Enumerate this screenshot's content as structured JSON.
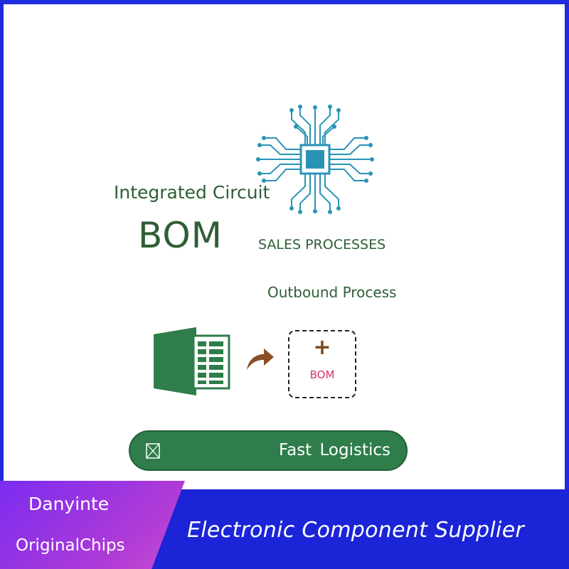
{
  "header": {
    "title": "Integrated Circuit",
    "main_label": "BOM",
    "subtitle": "SALES PROCESSES",
    "process_label": "Outbound Process"
  },
  "workflow": {
    "source_icon": "spreadsheet-icon",
    "arrow_icon": "curved-arrow-icon",
    "target_box": {
      "plus_symbol": "+",
      "label": "BOM"
    }
  },
  "logistics": {
    "icon": "box-x-icon",
    "label": "Fast  Logistics"
  },
  "banner": {
    "brand_name": "Danyinte",
    "brand_sub": "OriginalChips",
    "tagline": "Electronic Component Supplier"
  },
  "colors": {
    "text_green": "#2e5e35",
    "chip_blue": "#1f8fb0",
    "pill_green": "#2e7d4a",
    "banner_blue": "#1b24d6",
    "brand_purple": "#9a33e0",
    "bom_pink": "#d2346c",
    "plus_brown": "#7a4a1f"
  }
}
